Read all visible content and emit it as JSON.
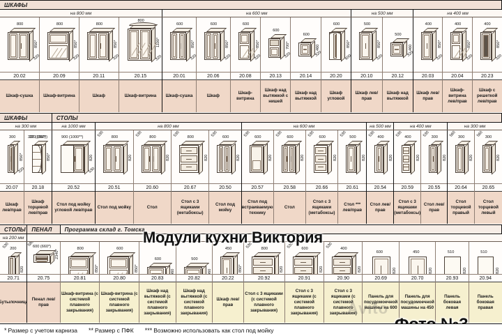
{
  "meta": {
    "main_title": "Модули кухни Виктория",
    "photo_label": "Фото №3",
    "watermark": "Avito"
  },
  "footnotes": [
    {
      "mark": "*",
      "text": "Размер с учетом карниза"
    },
    {
      "mark": "**",
      "text": "Размер с ПФК"
    },
    {
      "mark": "***",
      "text": "Возможно использовать как стол под мойку"
    }
  ],
  "bands": [
    {
      "titles": [
        {
          "label": "ШКАФЫ",
          "span": 15
        }
      ],
      "groups": [
        {
          "label": "на 800 мм",
          "cols": 4
        },
        {
          "label": "на 600 мм",
          "cols": 6
        },
        {
          "label": "на 500 мм",
          "cols": 2
        },
        {
          "label": "на 400 мм",
          "cols": 3
        }
      ],
      "items": [
        {
          "code": "20.02",
          "desc": "Шкаф-сушка",
          "w": "800",
          "h": "850*",
          "d": "320",
          "type": "wall2",
          "flex": 1.05
        },
        {
          "code": "20.09",
          "desc": "Шкаф-витрина",
          "w": "800",
          "h": "850*",
          "d": "320",
          "type": "wallglass1",
          "flex": 1.05
        },
        {
          "code": "20.11",
          "desc": "Шкаф",
          "w": "800",
          "h": "850*",
          "d": "320",
          "type": "wall2",
          "flex": 1.05
        },
        {
          "code": "20.15",
          "desc": "Шкаф-витрина",
          "w": "800",
          "h": "1100*",
          "d": "320",
          "type": "wallarch",
          "flex": 1.15
        },
        {
          "code": "20.01",
          "desc": "Шкаф-сушка",
          "w": "600",
          "h": "850*",
          "d": "320",
          "type": "wall2",
          "flex": 0.9
        },
        {
          "code": "20.06",
          "desc": "Шкаф",
          "w": "600",
          "h": "850*",
          "d": "320",
          "type": "wall2",
          "flex": 0.9
        },
        {
          "code": "20.08",
          "desc": "Шкаф-витрина",
          "w": "600",
          "h": "850*",
          "d": "320",
          "type": "wallglass1",
          "flex": 0.8
        },
        {
          "code": "20.13",
          "desc": "Шкаф над вытяжкой с нишей",
          "w": "600",
          "h": "700*",
          "d": "320",
          "type": "hoodniche",
          "flex": 0.8
        },
        {
          "code": "20.14",
          "desc": "Шкаф над вытяжкой",
          "w": "600",
          "h": "460",
          "d": "320",
          "type": "hood",
          "flex": 0.8
        },
        {
          "code": "20.20",
          "desc": "Шкаф угловой",
          "w": "600",
          "h": "850*",
          "d": "600",
          "type": "corner",
          "flex": 0.8
        },
        {
          "code": "20.10",
          "desc": "Шкаф лев/прав",
          "w": "500",
          "h": "850*",
          "d": "320",
          "type": "wall1",
          "flex": 0.82
        },
        {
          "code": "20.12",
          "desc": "Шкаф над вытяжкой",
          "w": "500",
          "h": "460",
          "d": "320",
          "type": "hood",
          "flex": 0.82
        },
        {
          "code": "20.03",
          "desc": "Шкаф лев/прав",
          "w": "400",
          "h": "850*",
          "d": "320",
          "type": "wall1",
          "flex": 0.78
        },
        {
          "code": "20.04",
          "desc": "Шкаф-витрина лев/прав",
          "w": "400",
          "h": "850*",
          "d": "320",
          "type": "wallglass1",
          "flex": 0.78
        },
        {
          "code": "20.23",
          "desc": "Шкаф с решеткой лев/прав",
          "w": "400",
          "h": "850*",
          "d": "320",
          "type": "grille",
          "flex": 0.78
        }
      ]
    },
    {
      "titles": [
        {
          "label": "ШКАФЫ",
          "span": 2
        },
        {
          "label": "СТОЛЫ",
          "span": 14
        }
      ],
      "groups": [
        {
          "label": "на 300 мм",
          "cols": 2
        },
        {
          "label": "на 1000 мм",
          "cols": 1
        },
        {
          "label": "на 800 мм",
          "cols": 4
        },
        {
          "label": "на 600 мм",
          "cols": 4
        },
        {
          "label": "на 500 мм",
          "cols": 1
        },
        {
          "label": "на 400 мм",
          "cols": 2
        },
        {
          "label": "на 300 мм",
          "cols": 3
        }
      ],
      "items": [
        {
          "code": "20.07",
          "desc": "Шкаф лев/прав",
          "w": "300",
          "h": "850*",
          "d": "320",
          "type": "wall1",
          "flex": 0.72
        },
        {
          "code": "20.18",
          "desc": "Шкаф торцевой лев/прав",
          "w": "320 (350*)",
          "w2": "320 (350*)",
          "h": "850*",
          "type": "endround",
          "flex": 0.82
        },
        {
          "code": "20.52",
          "desc": "Стол под мойку угловой лев/прав",
          "w": "900 (1000**)",
          "h": "820",
          "d": "530",
          "type": "sinkcorner",
          "flex": 1.28
        },
        {
          "code": "20.51",
          "desc": "Стол под мойку",
          "w": "800",
          "h": "820",
          "d": "530",
          "type": "sink2",
          "flex": 1.12
        },
        {
          "code": "20.60",
          "desc": "Стол",
          "w": "800",
          "h": "820",
          "d": "530",
          "type": "base2",
          "flex": 1.12
        },
        {
          "code": "20.67",
          "desc": "Стол с 3 ящиками (метабоксы)",
          "w": "800",
          "h": "820",
          "d": "530",
          "type": "base3dr",
          "flex": 1.12
        },
        {
          "code": "20.50",
          "desc": "Стол под мойку",
          "w": "600",
          "h": "820",
          "d": "530",
          "type": "sink2",
          "flex": 0.95
        },
        {
          "code": "20.57",
          "desc": "Стол под встраиваемую технику",
          "w": "600",
          "h": "820",
          "d": "530",
          "type": "oven",
          "flex": 0.95
        },
        {
          "code": "20.58",
          "desc": "Стол",
          "w": "600",
          "h": "820",
          "d": "530",
          "type": "base2",
          "flex": 0.95
        },
        {
          "code": "20.66",
          "desc": "Стол с 3 ящиками (метабоксы)",
          "w": "600",
          "h": "820",
          "d": "530",
          "type": "base3dr",
          "flex": 0.95
        },
        {
          "code": "20.61",
          "desc": "Стол *** лев/прав",
          "w": "500",
          "h": "820",
          "d": "530",
          "type": "base1",
          "flex": 0.85
        },
        {
          "code": "20.54",
          "desc": "Стол лев/прав",
          "w": "400",
          "h": "820",
          "d": "530",
          "type": "base1",
          "flex": 0.8
        },
        {
          "code": "20.59",
          "desc": "Стол с 3 ящиками (метабоксы)",
          "w": "400",
          "h": "820",
          "d": "530",
          "type": "base3dr",
          "flex": 0.8
        },
        {
          "code": "20.55",
          "desc": "Стол лев/прав",
          "w": "300",
          "h": "820",
          "d": "530",
          "type": "base1",
          "flex": 0.78
        },
        {
          "code": "20.64",
          "desc": "Стол торцевой правый",
          "w": "300",
          "h": "820",
          "d": "560",
          "type": "endbase",
          "flex": 0.8
        },
        {
          "code": "20.65",
          "desc": "Стол торцевой левый",
          "w": "300",
          "h": "820",
          "d": "560",
          "type": "endbase",
          "flex": 0.8
        }
      ]
    },
    {
      "titles": [
        {
          "label": "СТОЛЫ",
          "span": 1
        },
        {
          "label": "ПЕНАЛ",
          "span": 1
        },
        {
          "label": "Программа склад г. Томска",
          "span": 12
        }
      ],
      "groups": [
        {
          "label": "на 200 мм",
          "cols": 1
        },
        {
          "label": "",
          "cols": 13
        }
      ],
      "items": [
        {
          "code": "20.71",
          "desc": "Бутылочница",
          "w": "200",
          "h": "820",
          "d": "530",
          "type": "bottle",
          "flex": 0.75,
          "shade": "pink"
        },
        {
          "code": "20.75",
          "desc": "Пенал лев/прав",
          "w": "600 (660*)",
          "d": "580 (600*)",
          "h": "2340*",
          "type": "tall",
          "flex": 0.9,
          "shade": "pink"
        },
        {
          "code": "20.81",
          "desc": "Шкаф-витрина (с системой плавного закрывания)",
          "w": "800",
          "h": "850*",
          "d": "320",
          "type": "wallglass1",
          "flex": 1.08,
          "shade": "cream"
        },
        {
          "code": "20.80",
          "desc": "Шкаф-витрина (с системой плавного закрывания)",
          "w": "600",
          "h": "850*",
          "d": "320",
          "type": "wallglass1",
          "flex": 1.08,
          "shade": "cream"
        },
        {
          "code": "20.83",
          "desc": "Шкаф над вытяжкой (с системой плавного закрывания)",
          "w": "600",
          "h": "460",
          "d": "320",
          "type": "hood",
          "flex": 1.0,
          "shade": "cream"
        },
        {
          "code": "20.82",
          "desc": "Шкаф над вытяжкой (с системой плавного закрывания)",
          "w": "500",
          "h": "460",
          "d": "320",
          "type": "hood",
          "flex": 1.0,
          "shade": "cream"
        },
        {
          "code": "20.22",
          "desc": "Шкаф лев/прав",
          "w": "450",
          "h": "850*",
          "d": "320",
          "type": "wall1",
          "flex": 0.85,
          "shade": "cream"
        },
        {
          "code": "20.92",
          "desc": "Стол с 3 ящиками (с системой плавного закрывания)",
          "w": "800",
          "h": "820",
          "d": "530",
          "type": "base3dr",
          "flex": 1.12,
          "shade": "cream"
        },
        {
          "code": "20.91",
          "desc": "Стол с 3 ящиками (с системой плавного закрывания)",
          "w": "600",
          "h": "820",
          "d": "530",
          "type": "base3dr",
          "flex": 1.08,
          "shade": "cream"
        },
        {
          "code": "20.90",
          "desc": "Стол с 3 ящиками (с системой плавного закрывания)",
          "w": "400",
          "h": "820",
          "d": "530",
          "type": "base3dr",
          "flex": 1.05,
          "shade": "cream"
        },
        {
          "code": "20.69",
          "desc": "Панель для посудомоечной машины на 600",
          "w": "600",
          "h": "820",
          "type": "flatpanel",
          "flex": 1.0,
          "shade": "cream"
        },
        {
          "code": "20.70",
          "desc": "Панель для посудомоечной машины на 450",
          "w": "450",
          "h": "820",
          "type": "flatpanel",
          "flex": 1.0,
          "shade": "cream"
        },
        {
          "code": "20.93",
          "desc": "Панель боковая левая",
          "w": "510",
          "h": "820",
          "type": "sidepanel",
          "flex": 0.9,
          "shade": "cream"
        },
        {
          "code": "20.94",
          "desc": "Панель боковая правая",
          "w": "510",
          "h": "820",
          "type": "sidepanel",
          "flex": 0.9,
          "shade": "cream"
        }
      ]
    }
  ]
}
